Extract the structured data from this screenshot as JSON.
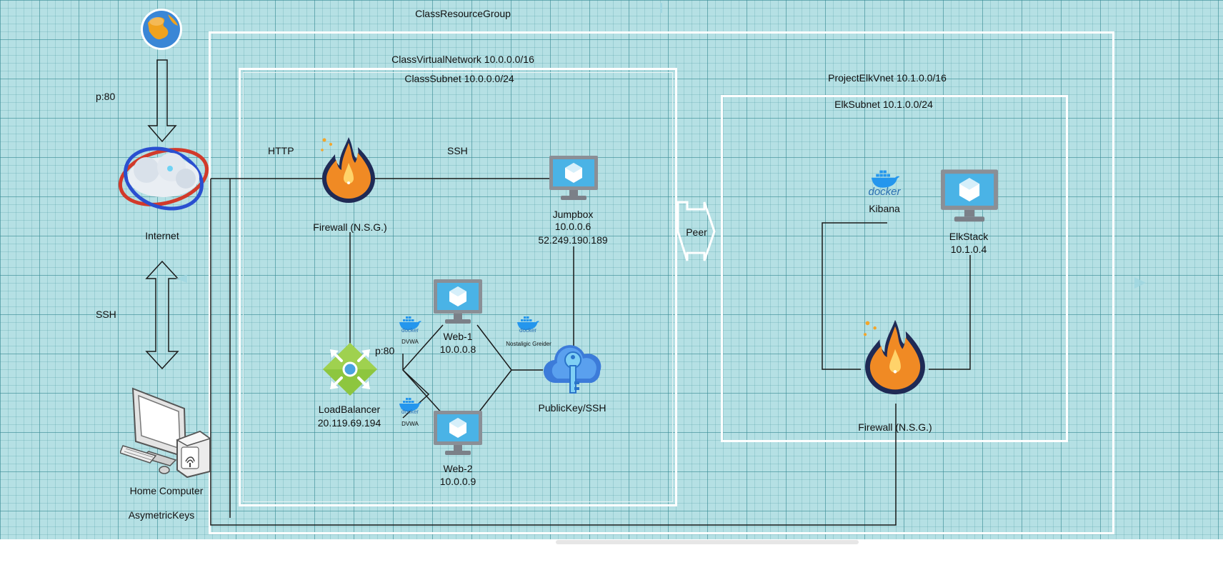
{
  "groups": {
    "resource_group": "ClassResourceGroup",
    "class_vnet": "ClassVirtualNetwork 10.0.0.0/16",
    "class_subnet": "ClassSubnet 10.0.0.0/24",
    "elk_vnet": "ProjectElkVnet 10.1.0.0/16",
    "elk_subnet": "ElkSubnet 10.1.0.0/24"
  },
  "nodes": {
    "internet": "Internet",
    "home_computer": "Home Computer",
    "asymmetric_keys": "AsymetricKeys",
    "firewall_class": "Firewall (N.S.G.)",
    "jumpbox_name": "Jumpbox",
    "jumpbox_private_ip": "10.0.0.6",
    "jumpbox_public_ip": "52.249.190.189",
    "loadbalancer_name": "LoadBalancer",
    "loadbalancer_ip": "20.119.69.194",
    "web1_name": "Web-1",
    "web1_ip": "10.0.0.8",
    "web2_name": "Web-2",
    "web2_ip": "10.0.0.9",
    "publickey": "PublicKey/SSH",
    "kibana": "Kibana",
    "elkstack_name": "ElkStack",
    "elkstack_ip": "10.1.0.4",
    "firewall_elk": "Firewall (N.S.G.)"
  },
  "edges": {
    "port_80_top": "p:80",
    "ssh_left": "SSH",
    "http": "HTTP",
    "ssh_top": "SSH",
    "port_80_lb": "p:80",
    "peer": "Peer"
  },
  "docker": {
    "word": "docker",
    "dvwa_1": "DVWA",
    "dvwa_2": "DVWA",
    "nostalgic": "Nostaligic Greider"
  },
  "colors": {
    "canvas": "#b5e0e4",
    "box_border": "#ffffff",
    "wire": "#1a1a1a",
    "firewall_orange": "#f08a24",
    "vm_blue": "#3fa9dd",
    "lb_green": "#8dc63f",
    "docker_blue": "#2496ed"
  }
}
